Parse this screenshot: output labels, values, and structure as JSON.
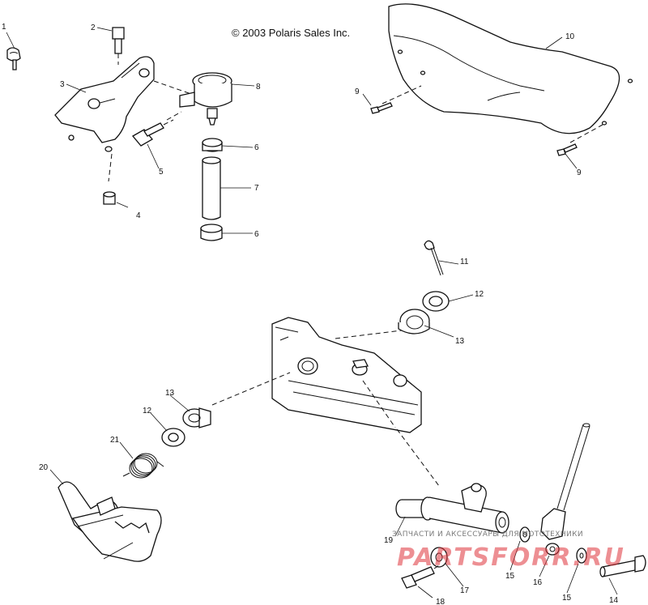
{
  "copyright": "© 2003 Polaris Sales Inc.",
  "watermark": {
    "line1": "ЗАПЧАСТИ И АКСЕССУАРЫ ДЛЯ МОТОТЕХНИКИ",
    "line2": "PARTSFORR.RU",
    "color": "#e0343c"
  },
  "callouts": {
    "c1": "1",
    "c2": "2",
    "c3": "3",
    "c4": "4",
    "c5": "5",
    "c6a": "6",
    "c6b": "6",
    "c7": "7",
    "c8": "8",
    "c9a": "9",
    "c9b": "9",
    "c10": "10",
    "c11": "11",
    "c12a": "12",
    "c12b": "12",
    "c13a": "13",
    "c13b": "13",
    "c14": "14",
    "c15a": "15",
    "c15b": "15",
    "c16": "16",
    "c17": "17",
    "c18": "18",
    "c19": "19",
    "c20": "20",
    "c21": "21"
  }
}
